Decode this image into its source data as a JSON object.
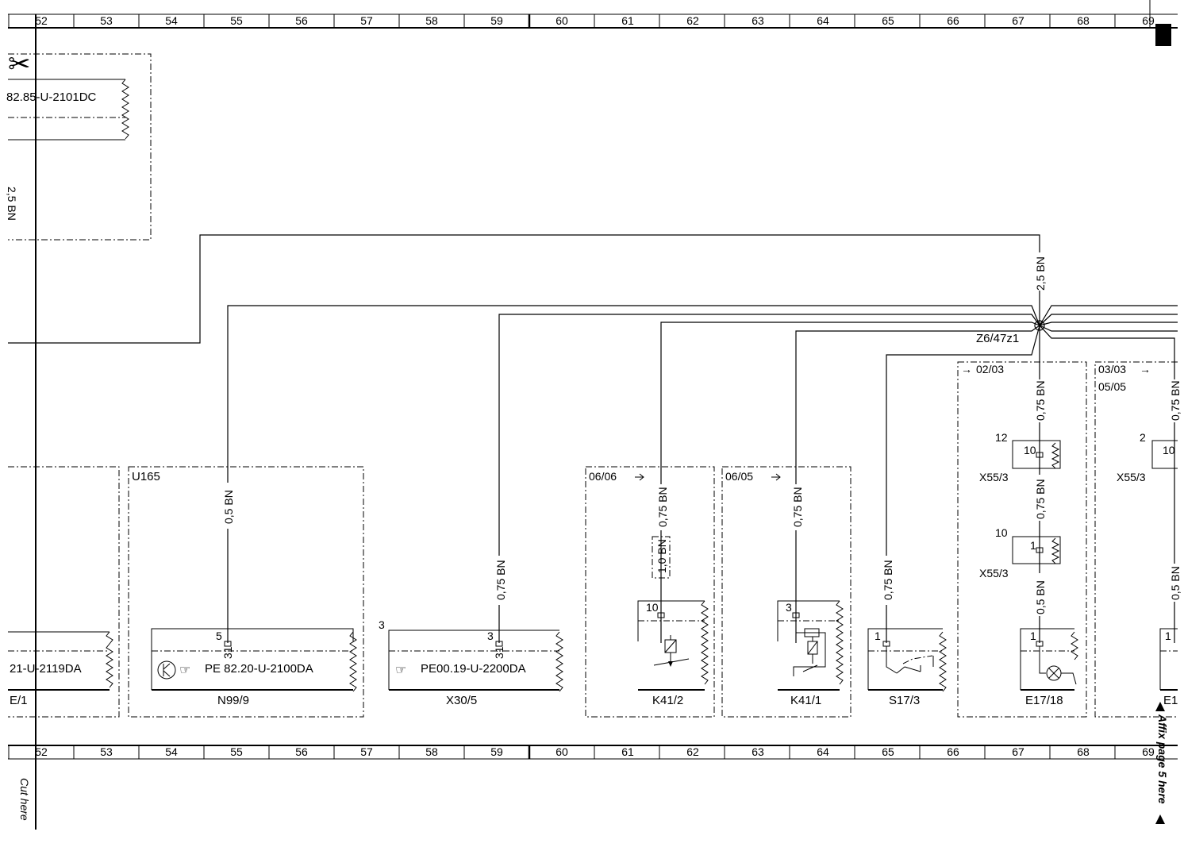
{
  "grid": {
    "columns": [
      "52",
      "53",
      "54",
      "55",
      "56",
      "57",
      "58",
      "59",
      "60",
      "61",
      "62",
      "63",
      "64",
      "65",
      "66",
      "67",
      "68",
      "69"
    ]
  },
  "margin": {
    "cut_here": "Cut here",
    "affix_page": "Affix page 5 here"
  },
  "top_left_box": {
    "ref_code": "82.85-U-2101DC",
    "wire": "2,5 BN"
  },
  "splice": {
    "id": "Z6/47z1",
    "feed_wire": "2,5 BN"
  },
  "components": {
    "left_partial": {
      "ref_code": "21-U-2119DA",
      "label": "E/1"
    },
    "n99": {
      "group_label": "U165",
      "wire": "0,5 BN",
      "pin": "5",
      "pin_code": "31",
      "ref_code": "PE 82.20-U-2100DA",
      "label": "N99/9"
    },
    "x30": {
      "wire": "0,75 BN",
      "pin_outer": "3",
      "pin": "3",
      "pin_code": "31",
      "ref_code": "PE00.19-U-2200DA",
      "label": "X30/5"
    },
    "k41_2": {
      "page_ref": "06/06",
      "wire": "0,75 BN",
      "wire_inner": "1,0 BN",
      "pin": "10",
      "label": "K41/2"
    },
    "k41_1": {
      "page_ref": "06/05",
      "wire": "0,75 BN",
      "pin": "3",
      "label": "K41/1"
    },
    "s17": {
      "wire": "0,75 BN",
      "pin": "1",
      "label": "S17/3"
    },
    "e17": {
      "page_ref": "02/03",
      "wire_top": "0,75 BN",
      "conn1_pin_outer": "12",
      "conn1_pin": "10",
      "conn1_label": "X55/3",
      "wire_mid": "0,75 BN",
      "conn2_pin_outer": "10",
      "conn2_pin": "1",
      "conn2_label": "X55/3",
      "wire_bottom": "0,5 BN",
      "pin": "1",
      "label": "E17/18"
    },
    "right_partial": {
      "page_ref_1": "03/03",
      "page_ref_2": "05/05",
      "wire_top": "0,75 BN",
      "conn_pin_outer": "2",
      "conn_pin": "10",
      "conn_label": "X55/3",
      "wire_bottom": "0,5 BN",
      "pin": "1",
      "label": "E1"
    }
  }
}
